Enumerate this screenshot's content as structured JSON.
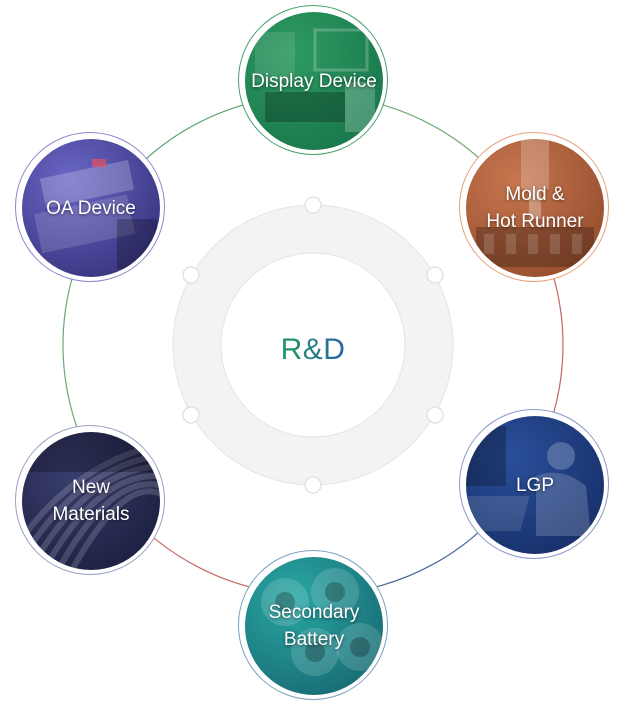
{
  "center": {
    "label": "R&D"
  },
  "nodes": [
    {
      "id": "display-device",
      "label": "Display Device",
      "photo": "display-device-photo",
      "ring": "#46a06c",
      "base": "#2f9a63",
      "deep": "#137046",
      "arc_to_next": "#5a9a5a"
    },
    {
      "id": "mold-hot-runner",
      "label": "Mold &\nHot Runner",
      "photo": "machining-photo",
      "ring": "#e9a07a",
      "base": "#c7764e",
      "deep": "#8c4628",
      "arc_to_next": "#b64a4a"
    },
    {
      "id": "lgp",
      "label": "LGP",
      "photo": "lab-worker-photo",
      "ring": "#8a98c8",
      "base": "#2a4f9a",
      "deep": "#12295f",
      "arc_to_next": "#2b4a8c"
    },
    {
      "id": "secondary-battery",
      "label": "Secondary\nBattery",
      "photo": "battery-cells-photo",
      "ring": "#7aa2c0",
      "base": "#2aa7a4",
      "deep": "#135f6a",
      "arc_to_next": "#c05050"
    },
    {
      "id": "new-materials",
      "label": "New\nMaterials",
      "photo": "material-rolls-photo",
      "ring": "#9aa0c4",
      "base": "#3a3e6e",
      "deep": "#151936",
      "arc_to_next": "#4f9a5c"
    },
    {
      "id": "oa-device",
      "label": "OA Device",
      "photo": "printer-parts-photo",
      "ring": "#8c88d0",
      "base": "#6a66c6",
      "deep": "#2d2a70",
      "arc_to_next": "#3f8f52"
    }
  ],
  "colors": {
    "center_ring": "#f3f3f3",
    "center_ring_edge": "#e4e4e4",
    "label_from": "#1f9a62",
    "label_to": "#2a63a6"
  }
}
